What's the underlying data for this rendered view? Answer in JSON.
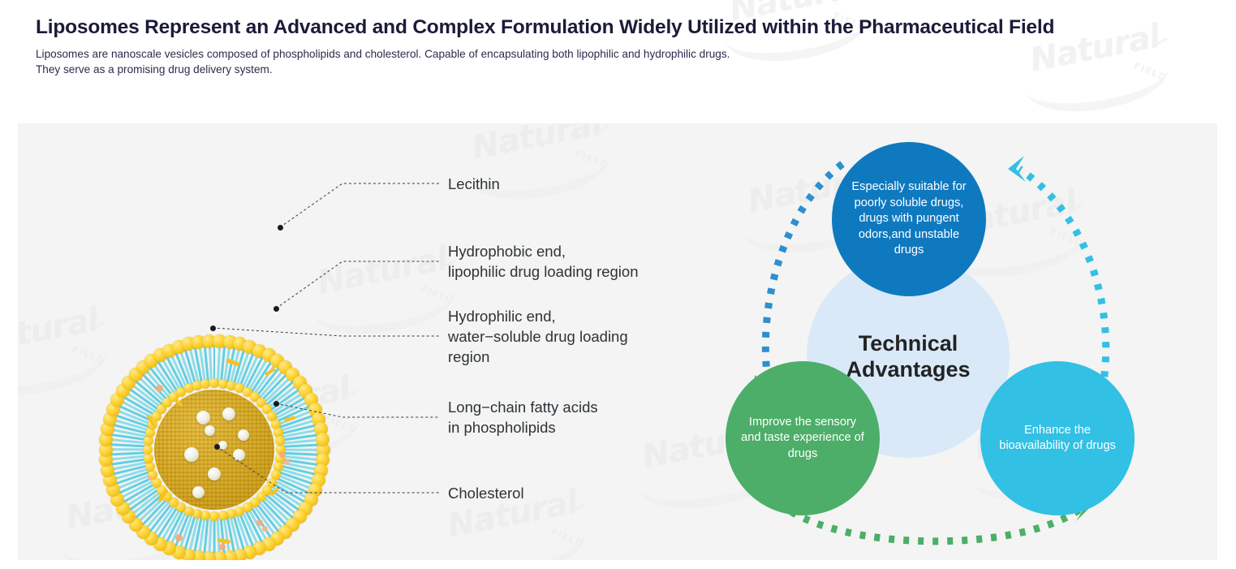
{
  "header": {
    "title": "Liposomes Represent an Advanced and Complex Formulation Widely Utilized within the Pharmaceutical Field",
    "subtitle_line1": "Liposomes are nanoscale vesicles composed of phospholipids and cholesterol. Capable of  encapsulating both lipophilic and hydrophilic drugs.",
    "subtitle_line2": "They serve as a promising drug delivery system."
  },
  "watermark": {
    "word": "Natural",
    "sub": "FIELD"
  },
  "diagram": {
    "name": "liposome-cross-section",
    "labels": [
      {
        "id": "lecithin",
        "text": "Lecithin"
      },
      {
        "id": "hydrophobic-end",
        "text": "Hydrophobic end,\nlipophilic drug loading region"
      },
      {
        "id": "hydrophilic-end",
        "text": "Hydrophilic end,\nwater−soluble drug loading\nregion"
      },
      {
        "id": "long-chain-fatty-acids",
        "text": "Long−chain fatty acids\nin phospholipids"
      },
      {
        "id": "cholesterol",
        "text": "Cholesterol"
      }
    ]
  },
  "venn": {
    "center_label": "Technical\nAdvantages",
    "circles": [
      {
        "id": "top",
        "text": "Especially suitable for poorly soluble drugs, drugs with pungent odors,and unstable drugs",
        "color": "#0f79bf"
      },
      {
        "id": "left",
        "text": "Improve the sensory and taste experience of drugs",
        "color": "#4cae68"
      },
      {
        "id": "right",
        "text": "Enhance the bioavailability of drugs",
        "color": "#32c0e4"
      }
    ],
    "center_color": "#d9e9f8",
    "arrows": [
      {
        "id": "top-to-left",
        "color": "#2e8fd0"
      },
      {
        "id": "left-to-right",
        "color": "#4cae68"
      },
      {
        "id": "right-to-top",
        "color": "#32c0e4"
      }
    ]
  },
  "colors": {
    "panel_bg": "#f3f4f3",
    "page_bg": "#ffffff",
    "title": "#1b1b3a",
    "label_text": "#2e3338",
    "phospholipid_head": "#fdd434",
    "phospholipid_tail": "#63cfe2",
    "core": "#cfa320"
  }
}
